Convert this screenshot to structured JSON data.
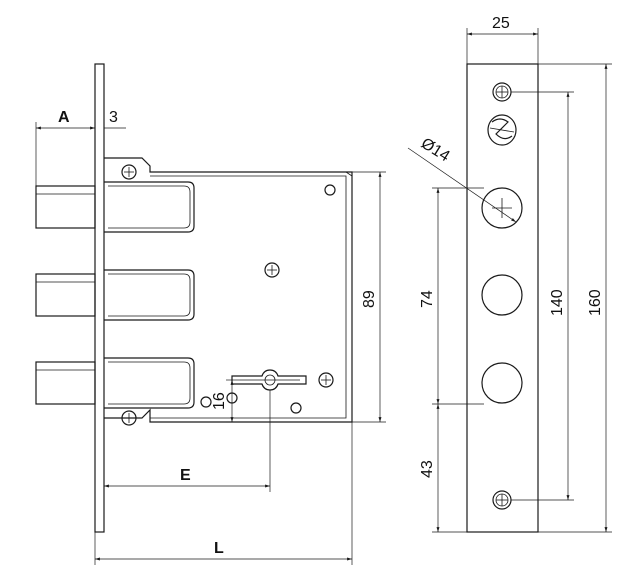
{
  "dimensions": {
    "a": "A",
    "three": "3",
    "e": "E",
    "l": "L",
    "sixteen": "16",
    "eighty_nine": "89",
    "twenty_five": "25",
    "diameter": "Ø14",
    "seventy_four": "74",
    "forty_three": "43",
    "one_forty": "140",
    "one_sixty": "160"
  }
}
